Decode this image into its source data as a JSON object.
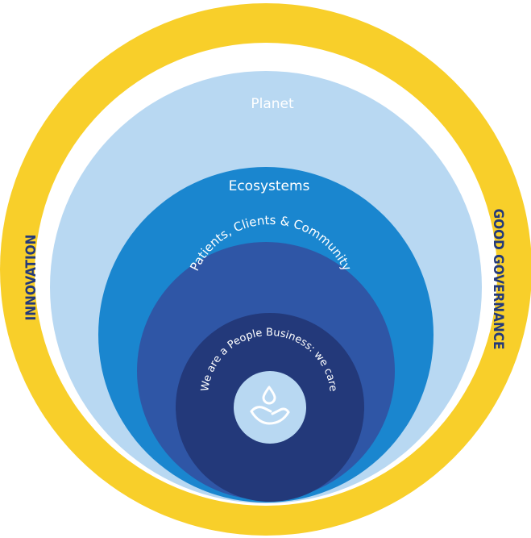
{
  "diagram": {
    "outer_left_label": "INNOVATION",
    "outer_right_label": "GOOD GOVERNANCE",
    "layers": [
      {
        "label": "Planet",
        "color": "#b8d8f2",
        "text_color": "#ffffff"
      },
      {
        "label": "Ecosystems",
        "color": "#1a86cf",
        "text_color": "#ffffff"
      },
      {
        "label": "Patients, Clients & Community",
        "color": "#2f56a6",
        "text_color": "#ffffff"
      },
      {
        "label": "We are a People Business: we care",
        "color": "#23397a",
        "text_color": "#ffffff"
      }
    ],
    "center_icon": "hand-with-drop-icon",
    "colors": {
      "ring": "#f8cf2a",
      "ring_gap": "#ffffff",
      "side_label": "#23397a",
      "icon_bg": "#b8d8f2",
      "icon_stroke": "#ffffff"
    }
  }
}
